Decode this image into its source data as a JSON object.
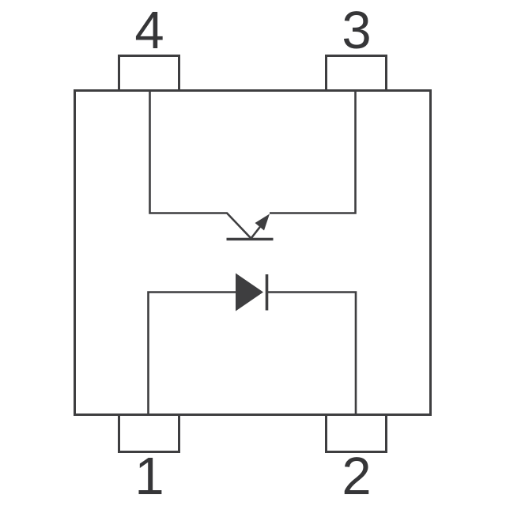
{
  "colors": {
    "background": "#ffffff",
    "line": "#3e3e40",
    "label": "#363638"
  },
  "diagram": {
    "type": "component-package-pinout-schematic",
    "pins": [
      {
        "number": "1",
        "position": "bottom-left"
      },
      {
        "number": "2",
        "position": "bottom-right"
      },
      {
        "number": "3",
        "position": "top-right"
      },
      {
        "number": "4",
        "position": "top-left"
      }
    ],
    "symbols": [
      {
        "name": "transistor-symbol",
        "description": "emitter arrow with base bar, between pin 4 and pin 3"
      },
      {
        "name": "diode-symbol",
        "description": "anode toward pin 1, cathode toward pin 2"
      }
    ]
  }
}
